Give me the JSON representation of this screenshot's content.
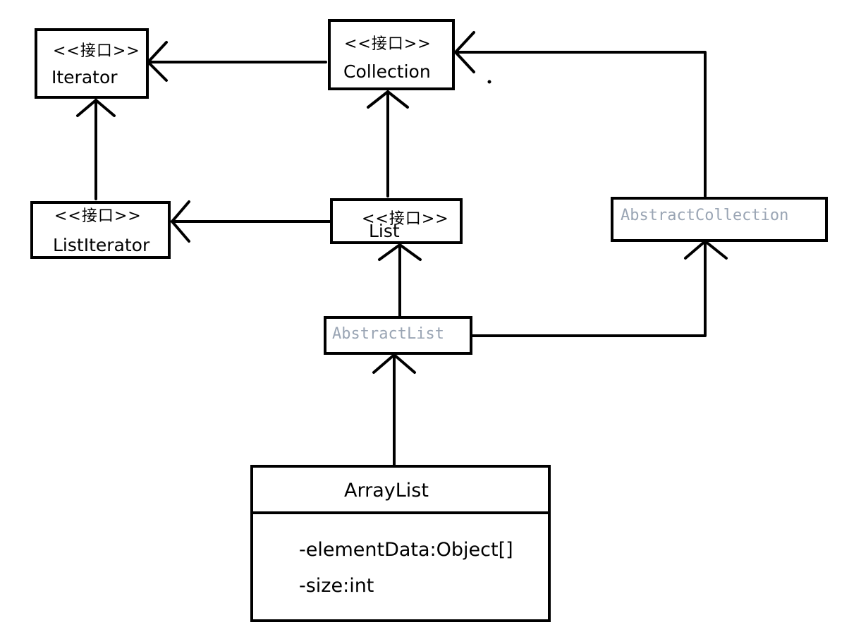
{
  "colors": {
    "line": "#000000",
    "abstract_text": "#9aa5b4"
  },
  "classes": {
    "iterator": {
      "stereotype": "<<接口>>",
      "name": "Iterator"
    },
    "collection": {
      "stereotype": "<<接口>>",
      "name": "Collection"
    },
    "list_iterator": {
      "stereotype": "<<接口>>",
      "name": "ListIterator"
    },
    "list": {
      "stereotype": "<<接口>>",
      "name": "List"
    },
    "abstract_collection": {
      "name": "AbstractCollection"
    },
    "abstract_list": {
      "name": "AbstractList"
    },
    "array_list": {
      "name": "ArrayList",
      "attributes": [
        "-elementData:Object[]",
        "-size:int"
      ]
    }
  },
  "relations": [
    {
      "from": "collection",
      "to": "iterator"
    },
    {
      "from": "list_iterator",
      "to": "iterator"
    },
    {
      "from": "list",
      "to": "collection"
    },
    {
      "from": "list",
      "to": "list_iterator"
    },
    {
      "from": "abstract_collection",
      "to": "collection"
    },
    {
      "from": "abstract_list",
      "to": "list"
    },
    {
      "from": "abstract_list",
      "to": "abstract_collection"
    },
    {
      "from": "array_list",
      "to": "abstract_list"
    }
  ]
}
